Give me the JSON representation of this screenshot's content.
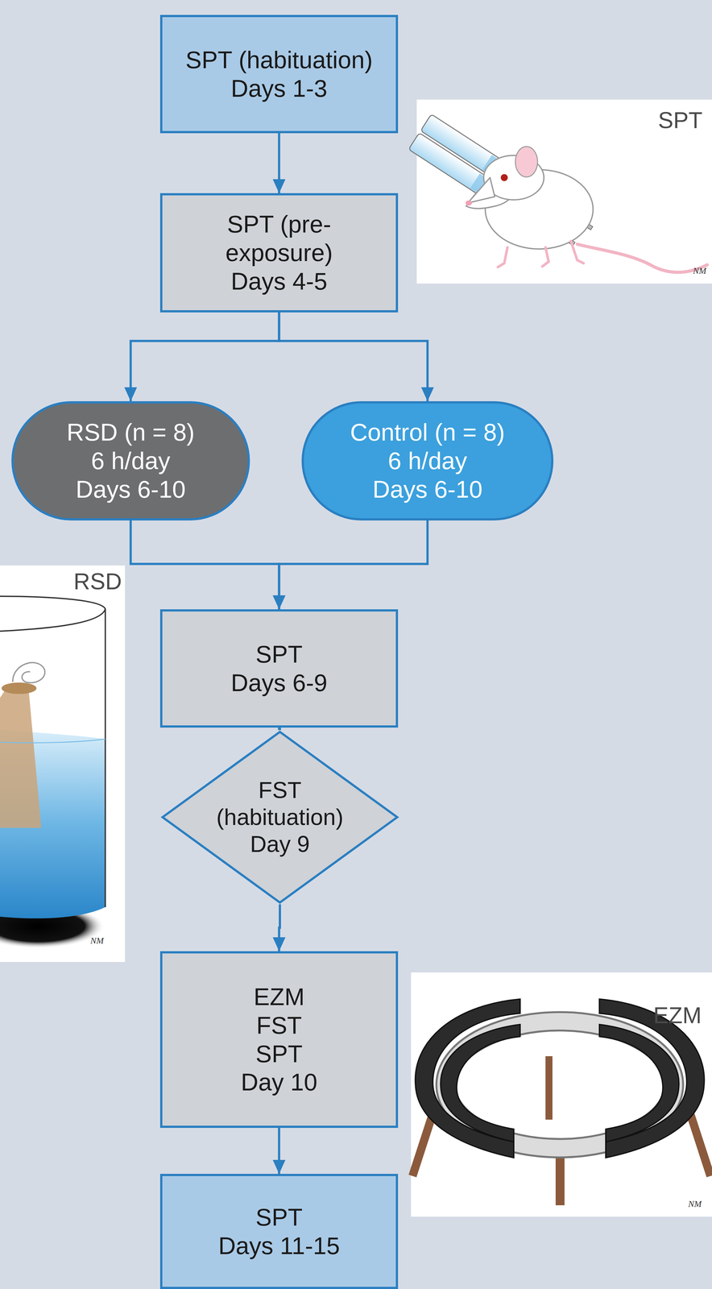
{
  "diagram": {
    "nodes": [
      {
        "text": [
          "SPT (habituation)",
          "Days 1-3"
        ]
      },
      {
        "text": [
          "SPT (pre-exposure)",
          "Days 4-5"
        ]
      },
      {
        "text": [
          "RSD (n = 8)",
          "6 h/day",
          "Days 6-10"
        ]
      },
      {
        "text": [
          "Control (n = 8)",
          "6 h/day",
          "Days 6-10"
        ]
      },
      {
        "text": [
          "SPT",
          "Days 6-9"
        ]
      },
      {
        "text": [
          "FST (habituation)",
          "Day 9"
        ]
      },
      {
        "text": [
          "EZM FST SPT",
          "Day 10"
        ]
      },
      {
        "text": [
          "SPT",
          "Days 11-15"
        ]
      }
    ],
    "edges": [
      {
        "from": 0,
        "to": 1,
        "arrow": "to"
      },
      {
        "from": 1,
        "to": 2,
        "arrow": "to"
      },
      {
        "from": 1,
        "to": 3,
        "arrow": "to"
      },
      {
        "from": 2,
        "to": 4,
        "arrow": "to"
      },
      {
        "from": 3,
        "to": 4,
        "arrow": "to"
      },
      {
        "from": 4,
        "to": 5,
        "arrow": "to"
      },
      {
        "from": 5,
        "to": 6,
        "arrow": "to"
      },
      {
        "from": 6,
        "to": 7,
        "arrow": "to"
      }
    ],
    "labels": [
      "SPT",
      "NM",
      "RSD",
      "NM",
      "EZM",
      "NM"
    ]
  }
}
